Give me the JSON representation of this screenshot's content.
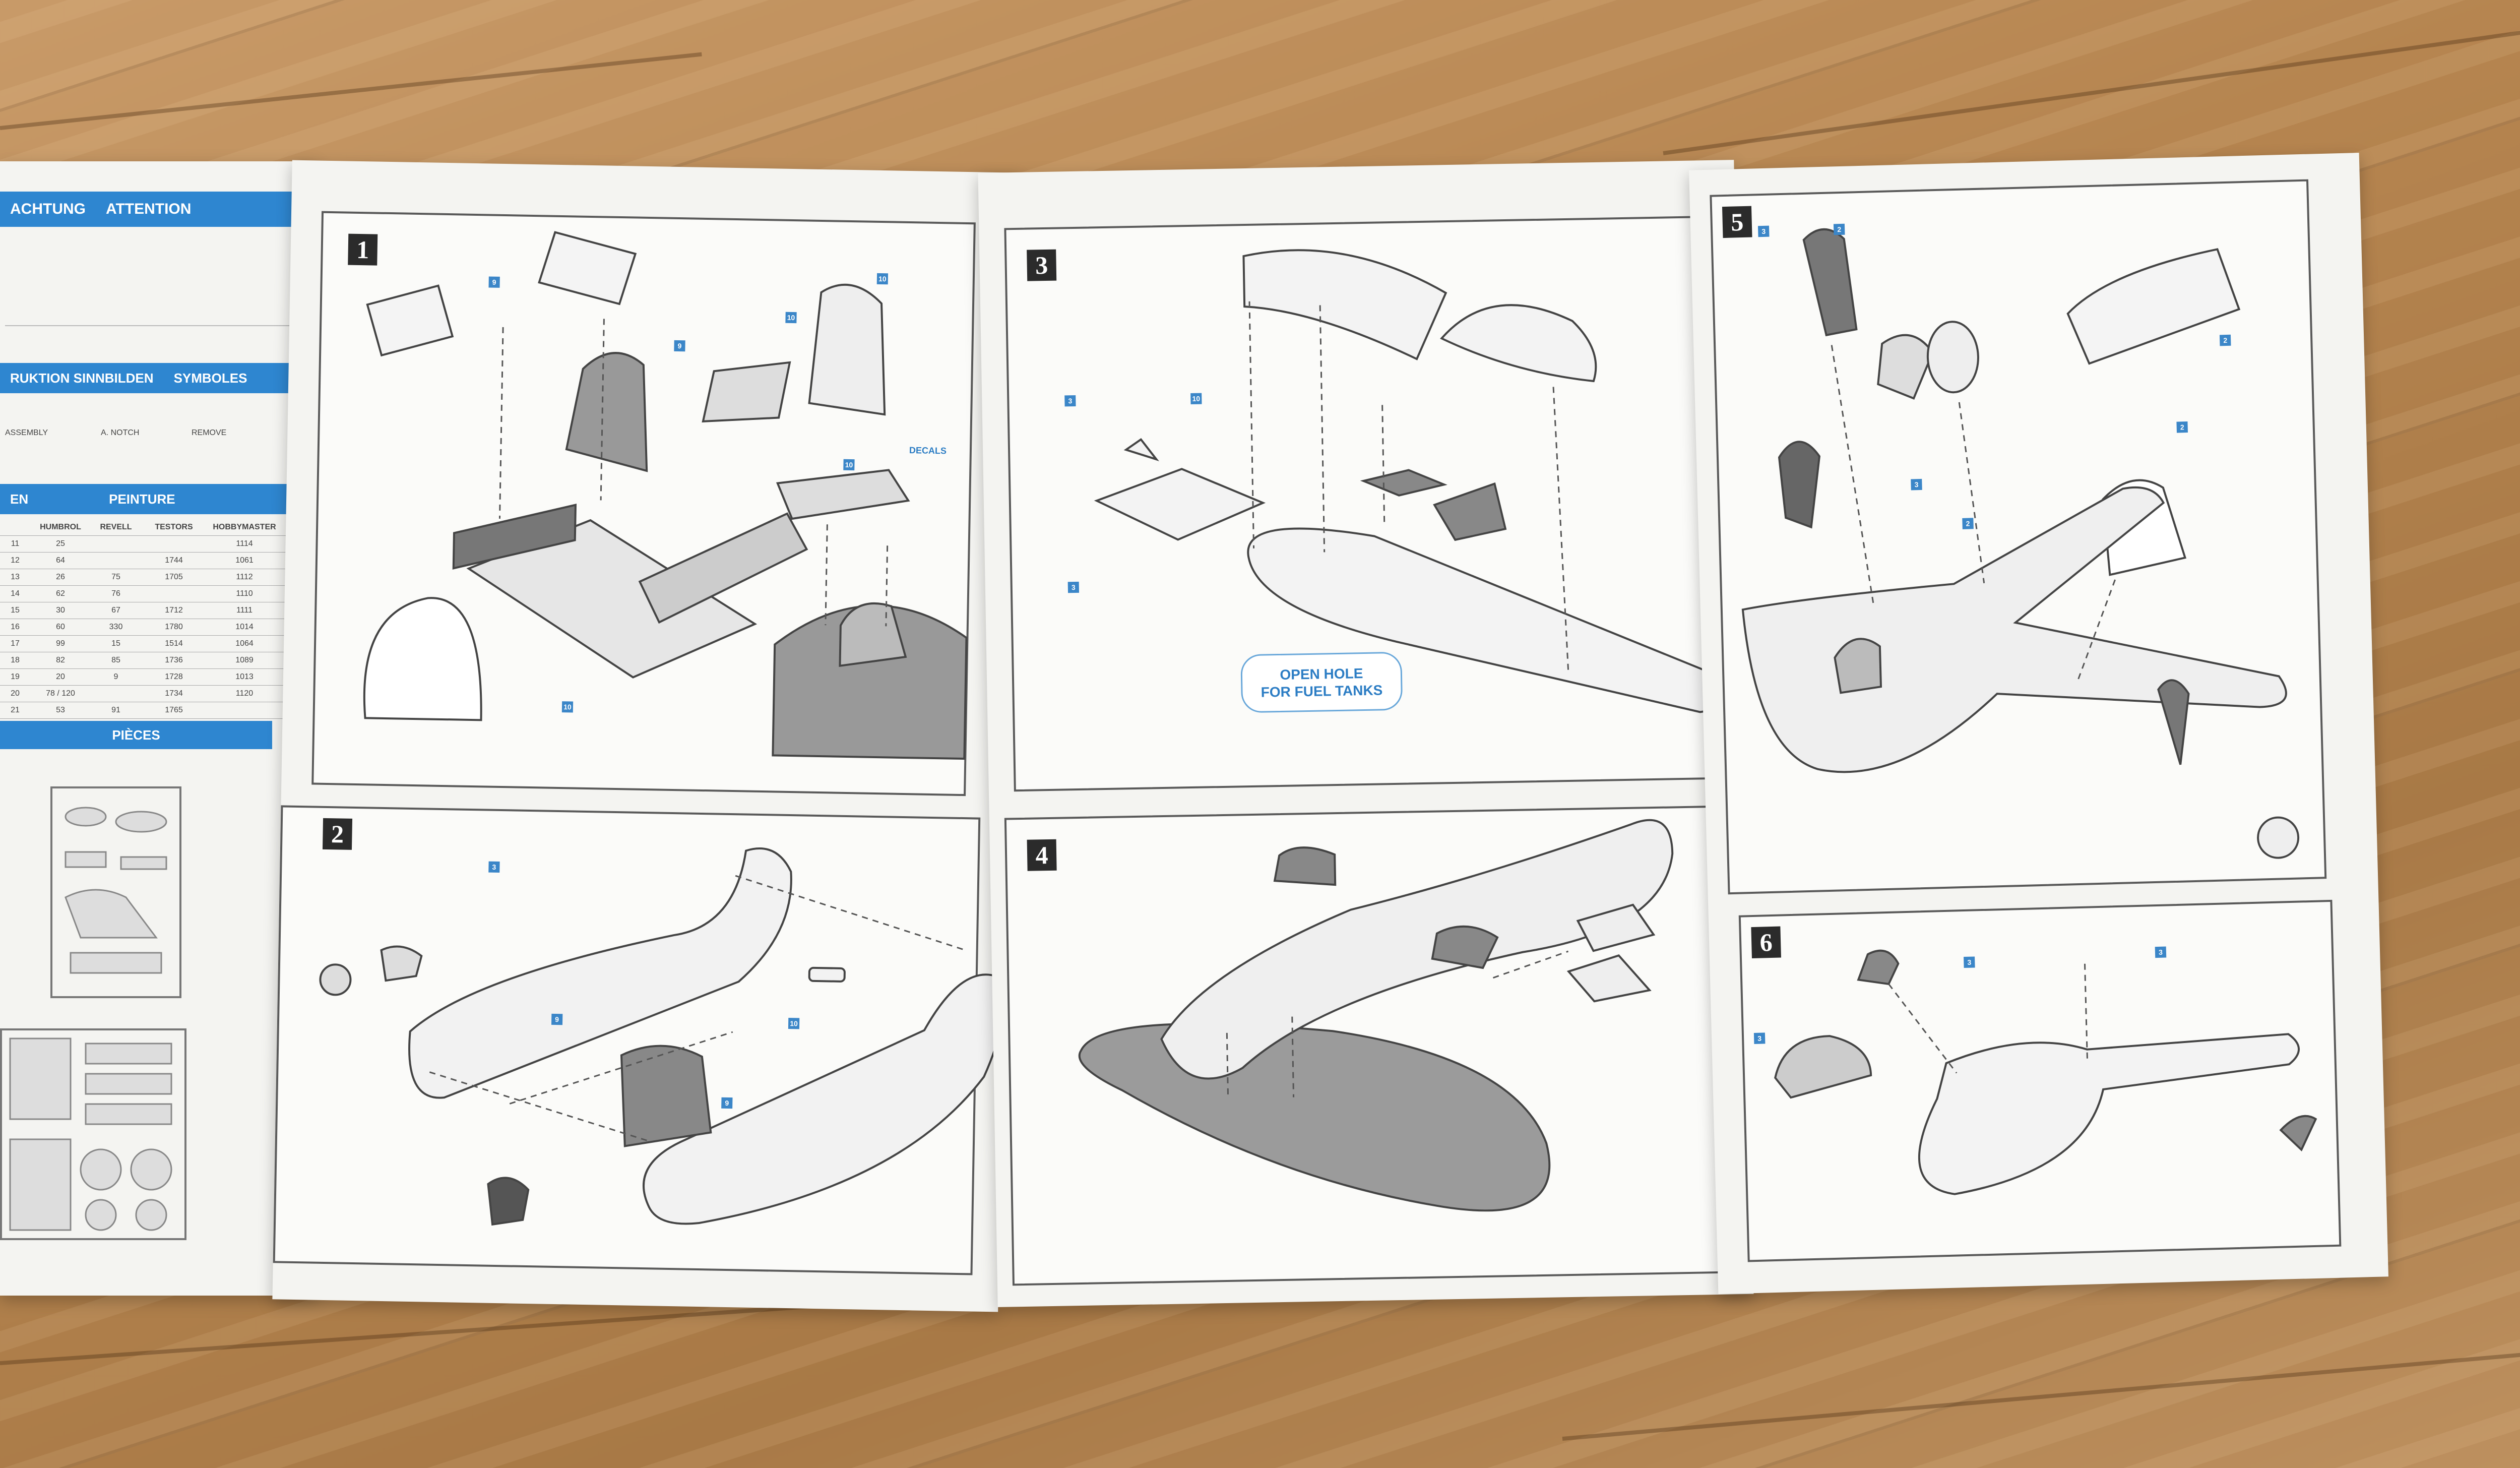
{
  "left_sheet": {
    "header_bar_1": {
      "left": "ACHTUNG",
      "right": "ATTENTION"
    },
    "header_bar_2": {
      "left": "RUKTION SINNBILDEN",
      "right": "SYMBOLES"
    },
    "symbol_labels": [
      "ASSEMBLY",
      "A. NOTCH",
      "REMOVE"
    ],
    "header_bar_3": {
      "left": "EN",
      "right": "PEINTURE"
    },
    "paint_table": {
      "headers": [
        "",
        "HUMBROL",
        "REVELL",
        "TESTORS",
        "HOBBYMASTER"
      ],
      "rows": [
        [
          "11",
          "25",
          "",
          "",
          "1114"
        ],
        [
          "12",
          "64",
          "",
          "1744",
          "1061"
        ],
        [
          "13",
          "26",
          "75",
          "1705",
          "1112"
        ],
        [
          "14",
          "62",
          "76",
          "",
          "1110"
        ],
        [
          "15",
          "30",
          "67",
          "1712",
          "1111"
        ],
        [
          "16",
          "60",
          "330",
          "1780",
          "1014"
        ],
        [
          "17",
          "99",
          "15",
          "1514",
          "1064"
        ],
        [
          "18",
          "82",
          "85",
          "1736",
          "1089"
        ],
        [
          "19",
          "20",
          "9",
          "1728",
          "1013"
        ],
        [
          "20",
          "78 / 120",
          "",
          "1734",
          "1120"
        ],
        [
          "21",
          "53",
          "91",
          "1765",
          ""
        ]
      ]
    },
    "header_bar_4": {
      "label": "PIÈCES"
    }
  },
  "steps": [
    {
      "number": "1"
    },
    {
      "number": "2"
    },
    {
      "number": "3",
      "callout": [
        "OPEN HOLE",
        "FOR FUEL TANKS"
      ]
    },
    {
      "number": "4"
    },
    {
      "number": "5"
    },
    {
      "number": "6"
    }
  ],
  "step1_labels": {
    "decals": "DECALS"
  }
}
